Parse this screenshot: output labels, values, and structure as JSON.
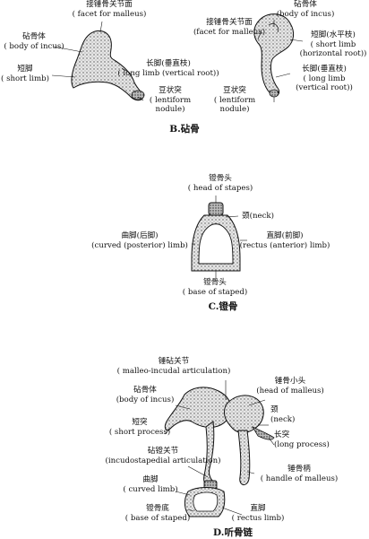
{
  "incus": {
    "caption": "B.砧骨",
    "left": {
      "body_zh": "砧骨体",
      "body_en": "( body of incus)",
      "facet_zh": "接锤骨关节面",
      "facet_en": "( facet for malleus)",
      "short_zh": "短脚",
      "short_en": "( short limb)",
      "long_zh": "长脚(垂直枝)",
      "long_en": "( long limb (vertical root))",
      "lent_zh": "豆状突",
      "lent_en1": "( lentiform",
      "lent_en2": "nodule)"
    },
    "right": {
      "body_zh": "砧骨体",
      "body_en": "(body of incus)",
      "facet_zh": "接锤骨关节面",
      "facet_en": "(facet for malleus)",
      "short_zh": "短脚(水平枝)",
      "short_en1": "( short limb",
      "short_en2": "(horizontal root))",
      "long_zh": "长脚(垂直枝)",
      "long_en1": "( long limb",
      "long_en2": "(vertical root))",
      "lent_zh": "豆状突",
      "lent_en1": "( lentiform",
      "lent_en2": "nodule)"
    }
  },
  "stapes": {
    "caption": "C.镫骨",
    "head_zh": "镫骨头",
    "head_en": "( head of stapes)",
    "neck": "颈(neck)",
    "posterior_zh": "曲脚(后脚)",
    "posterior_en": "(curved (posterior) limb)",
    "anterior_zh": "直脚(前脚)",
    "anterior_en": "(rectus (anterior) limb)",
    "base_zh": "镫骨头",
    "base_en": "( base of staped)"
  },
  "chain": {
    "caption": "D.听骨链",
    "mi_zh": "锤砧关节",
    "mi_en": "( malleo-incudal articulation)",
    "body_zh": "砧骨体",
    "body_en": "(body of incus)",
    "head_zh": "锤骨小头",
    "head_en": "(head of malleus)",
    "neck_zh": "颈",
    "neck_en": "(neck)",
    "short_zh": "短突",
    "short_en": "( short process)",
    "long_zh": "长突",
    "long_en": "(long process)",
    "is_zh": "砧镫关节",
    "is_en": "(incudostapedial articulation)",
    "handle_zh": "锤骨柄",
    "handle_en": "( handle of malleus)",
    "curved_zh": "曲脚",
    "curved_en": "( curved limb)",
    "base_zh": "镫骨底",
    "base_en": "( base of staped)",
    "rectus_zh": "直脚",
    "rectus_en": "( rectus limb)"
  }
}
